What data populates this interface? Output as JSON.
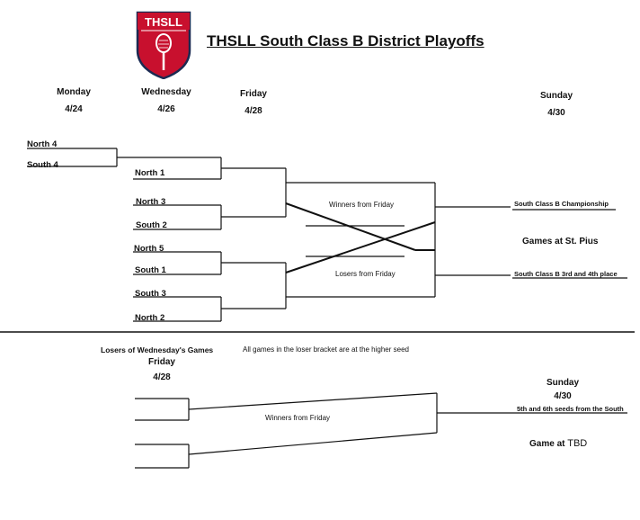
{
  "title": "THSLL South Class B District Playoffs",
  "logo": {
    "text": "THSLL",
    "icon": "lacrosse-stick-shield-logo"
  },
  "days": [
    {
      "day": "Monday",
      "date": "4/24"
    },
    {
      "day": "Wednesday",
      "date": "4/26"
    },
    {
      "day": "Friday",
      "date": "4/28"
    },
    {
      "day": "Sunday",
      "date": "4/30"
    }
  ],
  "teams": {
    "north4": "North 4",
    "south4": "South 4",
    "north1": "North 1",
    "north3": "North 3",
    "south2": "South 2",
    "north5": "North 5",
    "south1": "South 1",
    "south3": "South 3",
    "north2": "North 2"
  },
  "friday": {
    "winners": "Winners from Friday",
    "losers": "Losers from Friday"
  },
  "sunday_games": {
    "championship": "South Class B Championship",
    "third_fourth": "South Class B 3rd and 4th place",
    "venue": "Games at St. Pius"
  },
  "loser_bracket": {
    "heading": "Losers of Wednesday's Games",
    "note": "All games in the loser bracket are at the higher seed",
    "friday_day": "Friday",
    "friday_date": "4/28",
    "winners": "Winners from Friday",
    "sunday_day": "Sunday",
    "sunday_date": "4/30",
    "final_game": "5th and 6th seeds from the South",
    "venue_label": "Game at",
    "venue_value": "TBD"
  },
  "colors": {
    "logo_red": "#c8102e",
    "logo_navy": "#1b2a52",
    "line": "#111111"
  }
}
